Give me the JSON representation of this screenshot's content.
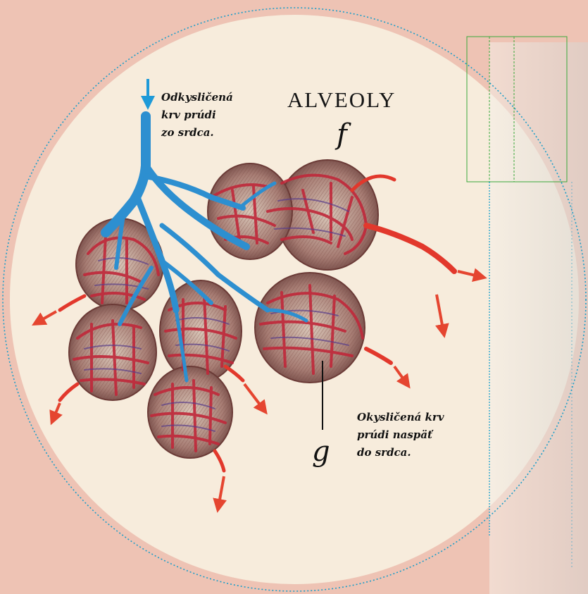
{
  "diagram": {
    "title": "ALVEOLY",
    "label_f": "f",
    "label_g": "g",
    "deoxygenated_note": "Odkysličená\nkrv prúdi\nzo srdca.",
    "oxygenated_note": "Okysličená krv\nprúdi naspäť\ndo srdca."
  },
  "colors": {
    "background": "#eec3b4",
    "disc": "#f7ecdc",
    "artery_blue": "#2d8fd0",
    "vein_red": "#e2382c",
    "arrow_blue": "#1e9ad8",
    "arrow_red": "#e54530",
    "guide_green": "#3aa83a",
    "guide_cyan": "#1a9ec9",
    "sac_outline": "#6a3a36"
  },
  "icons": {
    "inflow_arrow": "arrow-down-blue-icon",
    "outflow_arrow": "arrow-red-icon"
  }
}
